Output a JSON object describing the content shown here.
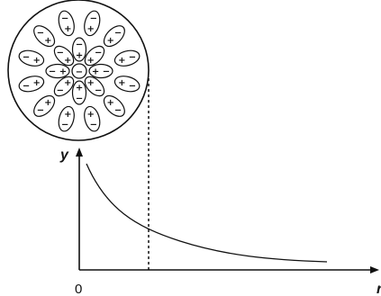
{
  "diagram": {
    "y_axis_label": "y",
    "x_axis_label": "r",
    "origin_label": "0",
    "ion_center_sign": "−",
    "ellipse_signs": {
      "inner": "+",
      "outer": "−"
    },
    "colors": {
      "ink": "#111111",
      "background": "#ffffff"
    }
  }
}
